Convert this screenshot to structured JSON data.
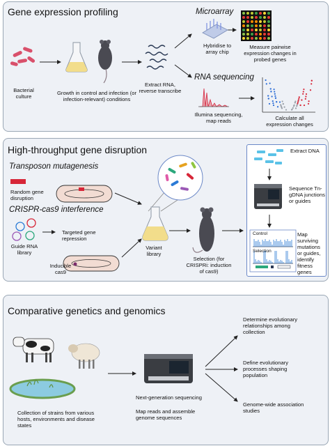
{
  "panel1": {
    "title": "Gene expression profiling",
    "bacterial_culture": "Bacterial culture",
    "growth": "Growth in control and infection (or infection-relevant) conditions",
    "extract": "Extract RNA, reverse transcribe",
    "microarray_title": "Microarray",
    "hybridise": "Hybridise to array chip",
    "measure": "Measure pairwise expression changes in probed genes",
    "rnaseq_title": "RNA sequencing",
    "illumina": "Illumina sequencing, map reads",
    "calculate": "Calculate all expression changes"
  },
  "panel2": {
    "title": "High-throughput gene disruption",
    "transposon_title": "Transposon mutagenesis",
    "random_gene": "Random gene disruption",
    "crispr_title": "CRISPR-cas9 interference",
    "guide_rna": "Guide RNA library",
    "targeted": "Targeted gene repression",
    "inducible": "Inducible cas9",
    "variant": "Variant library",
    "selection": "Selection (for CRISPRi: induction of cas9)",
    "inset": {
      "extract_dna": "Extract DNA",
      "sequence": "Sequence Tn-gDNA junctions or guides",
      "control": "Control",
      "selection": "Selection",
      "map": "Map surviving mutations or guides, identify fitness genes"
    }
  },
  "panel3": {
    "title": "Comparative genetics and genomics",
    "collection": "Collection of strains from various hosts, environments and disease states",
    "ngs": "Next-generation sequencing",
    "map_reads": "Map reads and assemble genome sequences",
    "determine": "Determine evolutionary relationships among collection",
    "define": "Define evolutionary processes shaping population",
    "gwas": "Genome-wide association studies"
  }
}
